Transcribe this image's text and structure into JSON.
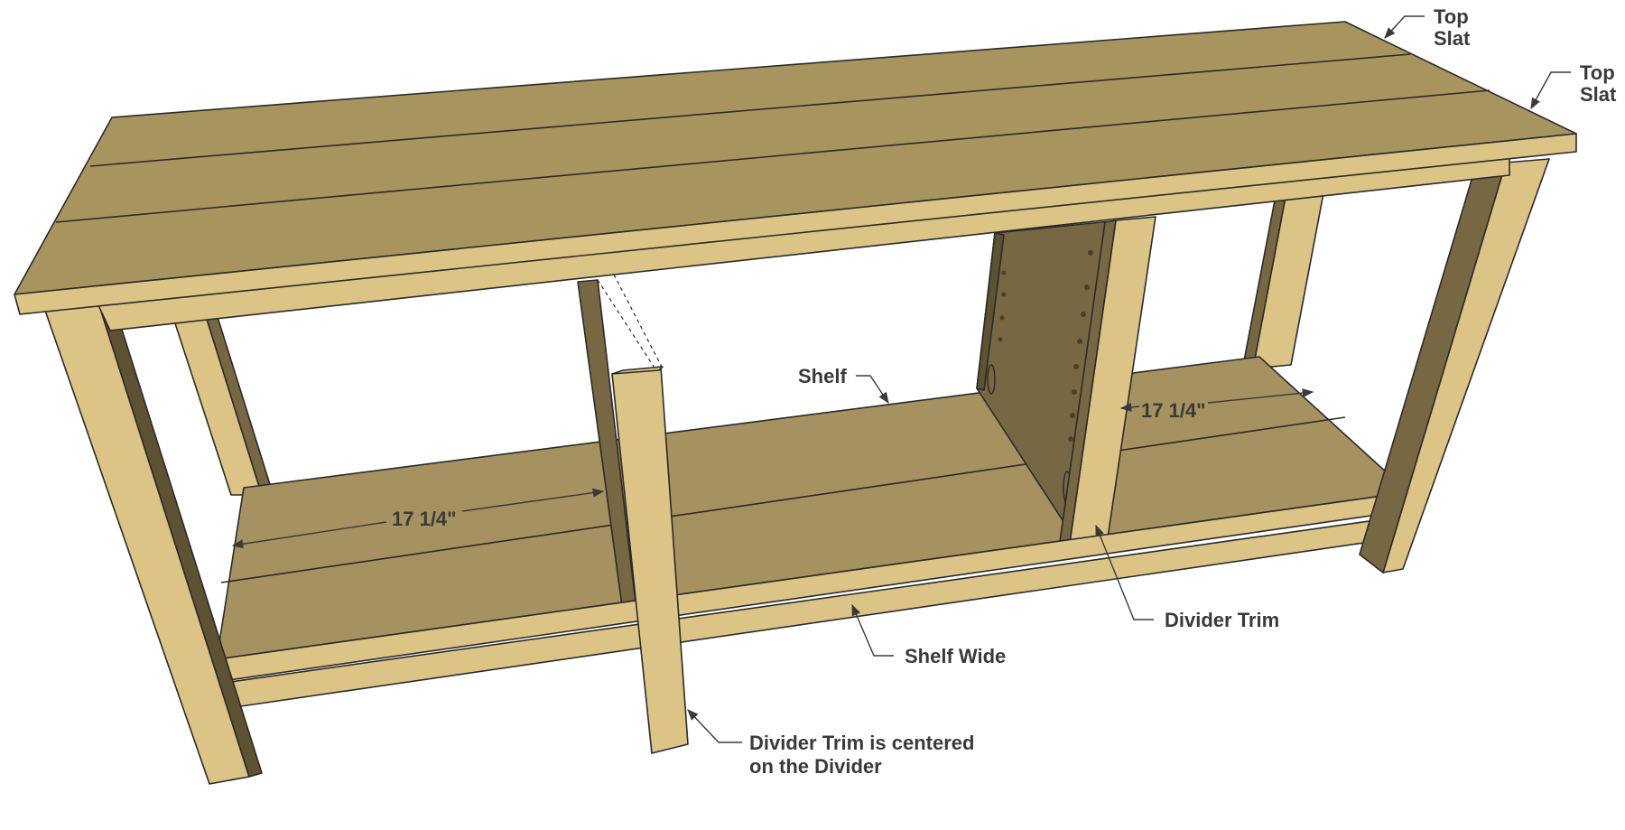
{
  "colors": {
    "wood_light": "#dcc487",
    "wood_top": "#a8945f",
    "wood_mid": "#a69160",
    "wood_dark": "#776843",
    "wood_darker": "#5e5233",
    "edge": "#2a2a2a",
    "label": "#3a3a3a"
  },
  "labels": {
    "top_slat_1": [
      "Top",
      "Slat"
    ],
    "top_slat_2": [
      "Top",
      "Slat"
    ],
    "shelf": "Shelf",
    "shelf_wide": "Shelf Wide",
    "divider_trim": "Divider Trim",
    "divider_trim_note": [
      "Divider Trim is centered",
      "on the Divider"
    ]
  },
  "dimensions": {
    "left_bay": "17 1/4\"",
    "right_bay": "17 1/4\""
  }
}
